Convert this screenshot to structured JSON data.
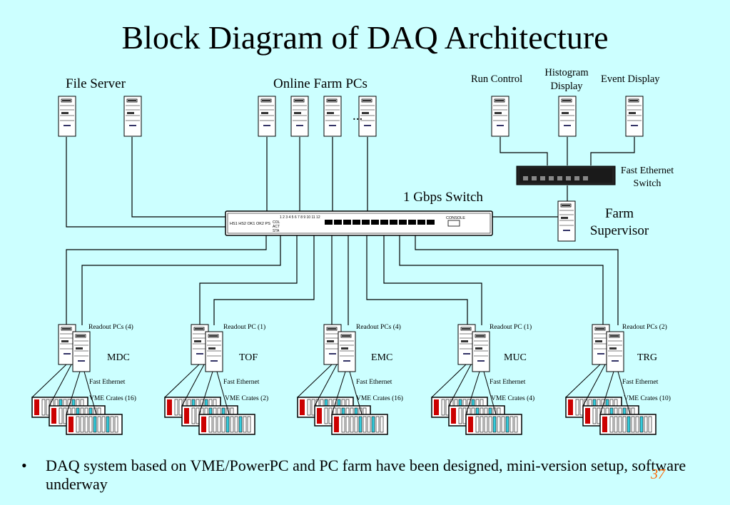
{
  "title": "Block Diagram of DAQ Architecture",
  "labels": {
    "file_server": "File Server",
    "online_farm": "Online Farm PCs",
    "ellipsis": "...",
    "run_control": "Run Control",
    "histogram_display": "Histogram Display",
    "event_display": "Event Display",
    "fast_ethernet_switch": "Fast Ethernet Switch",
    "gbps_switch": "1 Gbps Switch",
    "farm_supervisor": "Farm Supervisor"
  },
  "switch_panel": {
    "leds": "HS1  HS2  OK1  OK2  PS",
    "ports": "1  2  3  4  5  6  7  8  9 10 11 12",
    "col": "COL",
    "act": "ACT",
    "sta": "STA",
    "console": "CONSOLE"
  },
  "subsystems": [
    {
      "name": "MDC",
      "readout": "Readout PCs (4)",
      "net": "Fast Ethernet",
      "crates": "VME Crates  (16)"
    },
    {
      "name": "TOF",
      "readout": "Readout PC (1)",
      "net": "Fast Ethernet",
      "crates": "VME Crates (2)"
    },
    {
      "name": "EMC",
      "readout": "Readout PCs (4)",
      "net": "Fast Ethernet",
      "crates": "VME Crates (16)"
    },
    {
      "name": "MUC",
      "readout": "Readout PC (1)",
      "net": "Fast Ethernet",
      "crates": "VME Crates (4)"
    },
    {
      "name": "TRG",
      "readout": "Readout PCs (2)",
      "net": "Fast Ethernet",
      "crates": "VME Crates (10)"
    }
  ],
  "bullet": "DAQ system based on VME/PowerPC and PC farm have been designed, mini-version setup, software underway",
  "page_number": "37",
  "colors": {
    "background": "#ccffff",
    "page_number": "#ff6600",
    "crate_red": "#cc0000",
    "crate_cyan": "#33ccdd"
  }
}
